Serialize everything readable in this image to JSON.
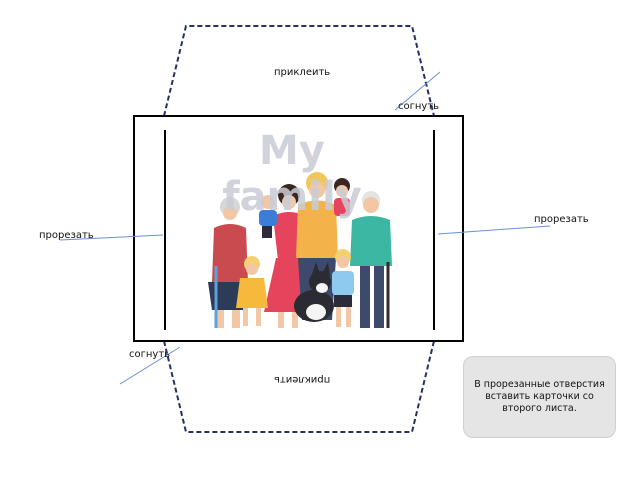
{
  "labels": {
    "glue_top": "приклеить",
    "fold_top": "согнуть",
    "cut_right": "прорезать",
    "cut_left": "прорезать",
    "fold_bottom": "согнуть",
    "glue_bottom": "приклеить"
  },
  "title": "My family",
  "note": "В прорезанные отверстия вставить карточки со второго листа.",
  "colors": {
    "dashed_outline": "#25306b",
    "arrow": "#6b8fd6",
    "frame": "#000000",
    "note_bg": "#e5e5e5"
  },
  "illustration": "family-group-with-dog"
}
